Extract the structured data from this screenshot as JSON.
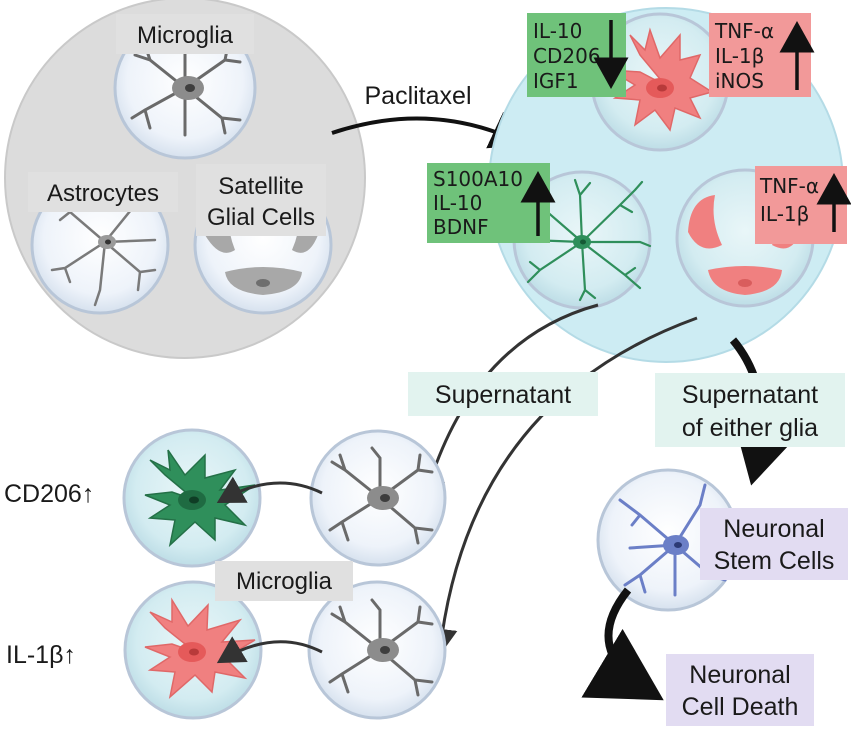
{
  "colors": {
    "gray_circle": "#dcdcdc",
    "blue_circle": "#cdecf3",
    "green_box": "#6fc27a",
    "red_box": "#f29999",
    "teal_box": "#e2f3ef",
    "purple_box": "#e2dcf2",
    "gray_box": "#e0e0e0",
    "astro_green": "#2f8f5b",
    "microglia_red": "#f08080",
    "neuron_blue": "#6b7fc7"
  },
  "left_group": {
    "microglia": "Microglia",
    "astrocytes": "Astrocytes",
    "satellite_line1": "Satellite",
    "satellite_line2": "Glial Cells"
  },
  "treatment": "Paclitaxel",
  "microglia_box_green": {
    "line1": "IL-10",
    "line2": "CD206",
    "line3": "IGF1",
    "arrow": "down"
  },
  "microglia_box_red": {
    "line1": "TNF-α",
    "line2": "IL-1β",
    "line3": "iNOS",
    "arrow": "up"
  },
  "astro_box_green": {
    "line1": "S100A10",
    "line2": "IL-10",
    "line3": "BDNF",
    "arrow": "up"
  },
  "satellite_box_red": {
    "line1": "TNF-α",
    "line2": "IL-1β",
    "arrow": "up"
  },
  "supernatant": "Supernatant",
  "supernatant_either_line1": "Supernatant",
  "supernatant_either_line2": "of either glia",
  "bottom_left": {
    "cd206": "CD206↑",
    "microglia": "Microglia",
    "il1b": "IL-1β↑"
  },
  "neuronal_stem_line1": "Neuronal",
  "neuronal_stem_line2": "Stem Cells",
  "neuronal_death_line1": "Neuronal",
  "neuronal_death_line2": "Cell Death"
}
